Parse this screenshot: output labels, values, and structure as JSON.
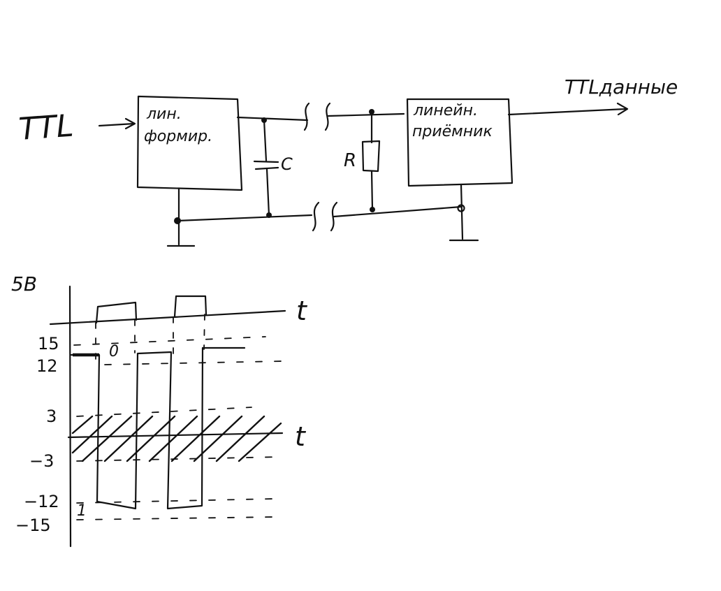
{
  "circuit": {
    "input_label": "TTL",
    "output_label": "TTLданные",
    "driver_line1": "лин.",
    "driver_line2": "формир.",
    "receiver_line1": "линейн.",
    "receiver_line2": "приёмник",
    "capacitor_label": "C",
    "resistor_label": "R"
  },
  "timing": {
    "top_axis_level": "5В",
    "time_label": "t",
    "levels": [
      "15",
      "12",
      "3",
      "−3",
      "−12",
      "−15"
    ],
    "zero_mark": "0",
    "one_mark": "1"
  }
}
